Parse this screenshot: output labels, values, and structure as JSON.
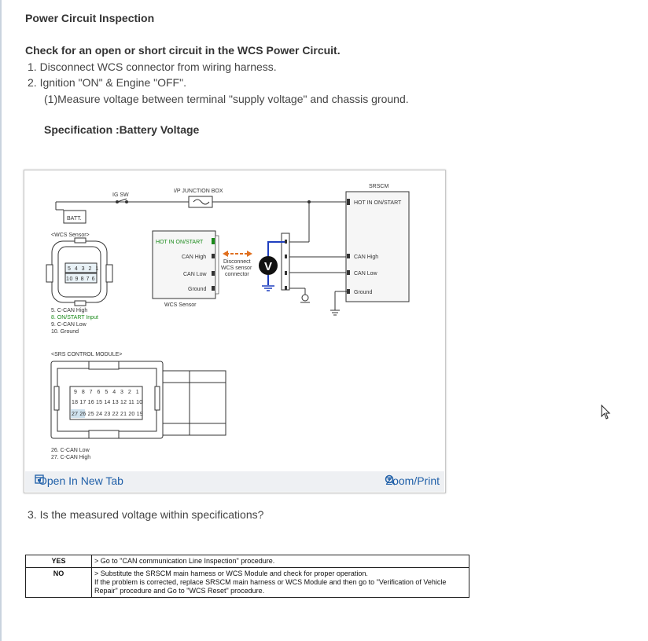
{
  "page": {
    "title": "Power Circuit Inspection",
    "check_heading": "Check for an open or short circuit in the WCS Power Circuit.",
    "steps": [
      "1. Disconnect WCS connector from wiring harness.",
      "2. Ignition \"ON\" & Engine \"OFF\".",
      "(1)Measure voltage between terminal \"supply voltage\" and chassis ground."
    ],
    "specification": "Specification :Battery Voltage",
    "question": "3. Is the measured voltage within specifications?"
  },
  "figure": {
    "open_new_tab": "Open In New Tab",
    "zoom_print": "Zoom/Print",
    "open_icon": "open-in-new-tab-icon",
    "zoom_icon": "magnifier-plus-icon"
  },
  "diagram": {
    "ig_sw": "IG SW",
    "ip_junction_box": "I/P JUNCTION BOX",
    "srscm": "SRSCM",
    "batt": "BATT.",
    "wcs_sensor_header": "<WCS Sensor>",
    "wcs_box": {
      "pins": [
        "HOT IN ON/START",
        "CAN High",
        "CAN Low",
        "Ground"
      ],
      "label": "WCS Sensor"
    },
    "srscm_box": {
      "pins": [
        "HOT IN ON/START",
        "CAN High",
        "CAN Low",
        "Ground"
      ]
    },
    "disconnect_note": [
      "Disconnect",
      "WCS sensor",
      "connector"
    ],
    "meter": "V",
    "wcs_connector_top": "5 4 3 2 1",
    "wcs_connector_bottom": "10 9 8 7 6",
    "wcs_legend": [
      "5. C-CAN High",
      "8. ON/START Input",
      "9. C-CAN Low",
      "10. Ground"
    ],
    "srs_header": "<SRS CONTROL MODULE>",
    "srs_row1": [
      "9",
      "8",
      "7",
      "6",
      "5",
      "4",
      "3",
      "2",
      "1"
    ],
    "srs_row2": [
      "18",
      "17",
      "16",
      "15",
      "14",
      "13",
      "12",
      "11",
      "10"
    ],
    "srs_row3": [
      "27",
      "26",
      "25",
      "24",
      "23",
      "22",
      "21",
      "20",
      "19"
    ],
    "srs_legend": [
      "26. C-CAN Low",
      "27. C-CAN High"
    ],
    "highlight_color": "#1a8a1a",
    "wire_blue": "#1f3fbf",
    "arrow_color": "#e07020"
  },
  "result_table": {
    "rows": [
      {
        "key": "YES",
        "lines": [
          "> Go to \"CAN communication Line Inspection\" procedure."
        ]
      },
      {
        "key": "NO",
        "lines": [
          "> Substitute the SRSCM main harness or WCS Module and check for proper operation.",
          "If the problem is corrected, replace SRSCM main harness or WCS Module and then go to \"Verification of Vehicle",
          "Repair\" procedure and Go to \"WCS Reset\" procedure."
        ]
      }
    ]
  }
}
